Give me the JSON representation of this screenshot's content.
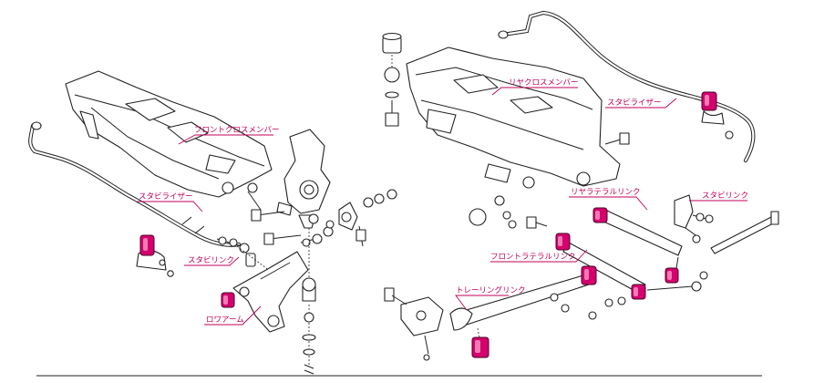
{
  "labels": {
    "front_crossmember": "フロントクロスメンバー",
    "front_stabilizer": "スタビライザー",
    "front_stabilink": "スタビリンク",
    "lower_arm": "ロワアーム",
    "rear_crossmember": "リヤクロスメンバー",
    "rear_stabilizer": "スタビライザー",
    "rear_lateral_link": "リヤラテラルリンク",
    "rear_stabilink": "スタビリンク",
    "front_lateral_link": "フロントラテラルリンク",
    "trailing_link": "トレーリングリンク"
  },
  "colors": {
    "highlight_bushing": "#d4006e",
    "label": "#c0005a",
    "line_art": "#222222"
  }
}
